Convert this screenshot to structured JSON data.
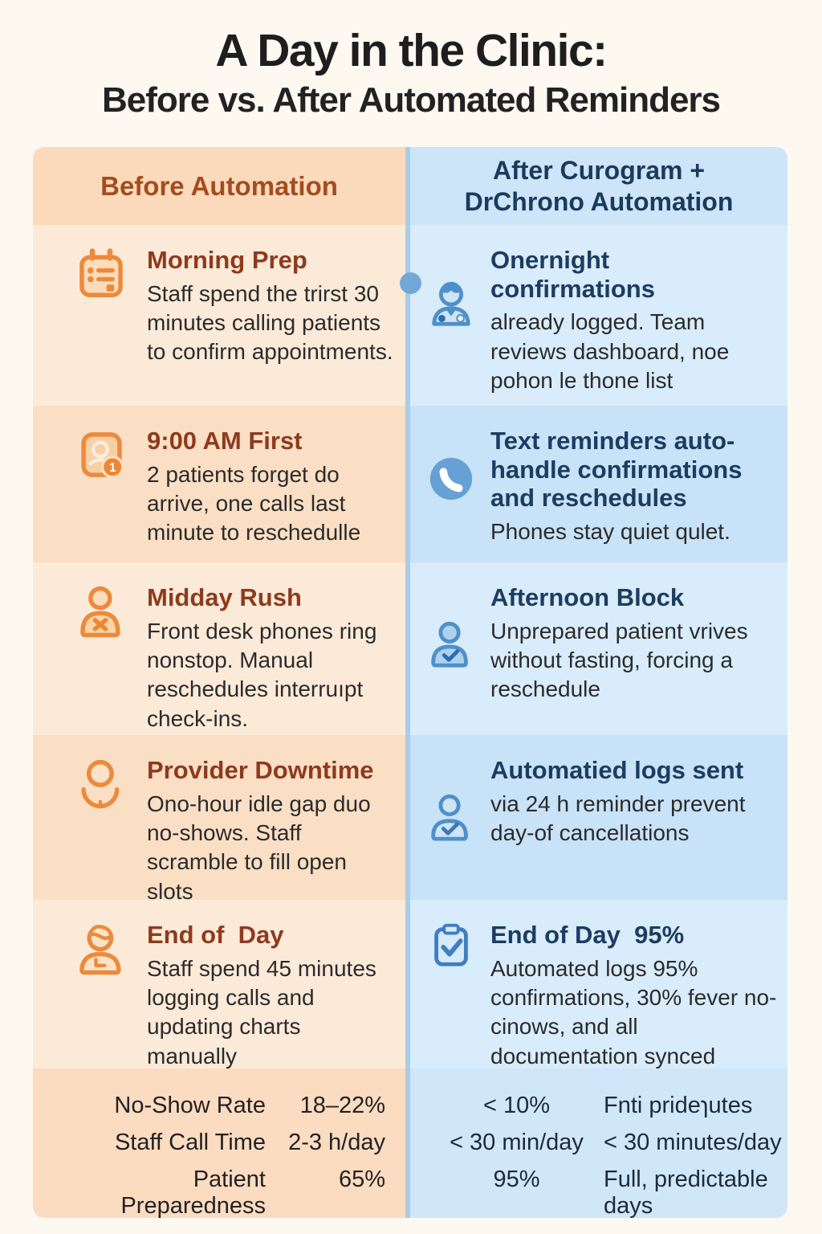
{
  "title": {
    "line1": "A Day in the Clinic:",
    "line2": "Before vs. After Automated Reminders"
  },
  "columns": {
    "before": {
      "header": "Before Automation"
    },
    "after": {
      "header_line1": "After Curogram +",
      "header_line2": "DrChrono Automation"
    }
  },
  "rows": [
    {
      "before": {
        "icon": "clipboard-checklist-icon",
        "title": "Morning Prep",
        "body": "Staff spend the trirst 30 minutes calling patients to confirm appointments."
      },
      "after": {
        "icon": "doctor-icon",
        "title": "Onernight confirmations",
        "body": "already logged. Team reviews dashboard, noe pohon le thone list"
      }
    },
    {
      "before": {
        "icon": "patient-card-badge-icon",
        "title": "9:00 AM First",
        "body": "2 patients forget do arrive, one calls last minute to reschedulle"
      },
      "after": {
        "icon": "phone-icon",
        "title": "Text reminders auto-handle confirmations and reschedules",
        "body": "Phones stay quiet qulet."
      }
    },
    {
      "before": {
        "icon": "person-x-icon",
        "title": "Midday Rush",
        "body": "Front desk phones ring nonstop. Manual reschedules interruıpt check-ins."
      },
      "after": {
        "icon": "person-check-icon",
        "title": "Afternoon Block",
        "body": "Unprepared patient vrives without fasting, forcing a reschedule"
      }
    },
    {
      "before": {
        "icon": "provider-idle-icon",
        "title": "Provider Downtime",
        "body": "Ono-hour idle gap duo no-shows. Staff scramble to fill open slots"
      },
      "after": {
        "icon": "person-check-icon",
        "title": "Automatied logs sent",
        "body": "via 24 h reminder prevent day-of cancellations"
      }
    },
    {
      "before": {
        "icon": "staff-clock-icon",
        "title": "End of  Day",
        "body": "Staff spend 45 minutes logging calls and updating charts manually"
      },
      "after": {
        "icon": "clipboard-check-icon",
        "title": "End of Day  95%",
        "body": "Automated logs 95% confirmations, 30% fever no-cinows, and all documentation synced"
      }
    }
  ],
  "stats": {
    "before": [
      {
        "label": "No-Show Rate",
        "value": "18–22%"
      },
      {
        "label": "Staff Call Time",
        "value": "2-3 h/day"
      },
      {
        "label": "Patient Preparedness",
        "value": "65%"
      }
    ],
    "after": [
      {
        "value": "< 10%",
        "note": "Fnti prideɿutes"
      },
      {
        "value": "< 30 min/day",
        "note": "< 30 minutes/day"
      },
      {
        "value": "95%",
        "note": "Full, predictable days"
      }
    ]
  },
  "colors": {
    "page_bg": "#fdf9f1",
    "before_header_bg": "#fbdabb",
    "before_row_light": "#fcead8",
    "before_row_dark": "#fadfc5",
    "after_header_bg": "#cde5f8",
    "after_row_light": "#d8ecfb",
    "after_row_dark": "#c8e2f7",
    "divider": "#a9cde9",
    "timeline_dot": "#72a8d8",
    "before_accent": "#ec8a3d",
    "before_title_text": "#8e3a1e",
    "after_accent": "#4e90ca",
    "after_title_text": "#1d3c61"
  }
}
